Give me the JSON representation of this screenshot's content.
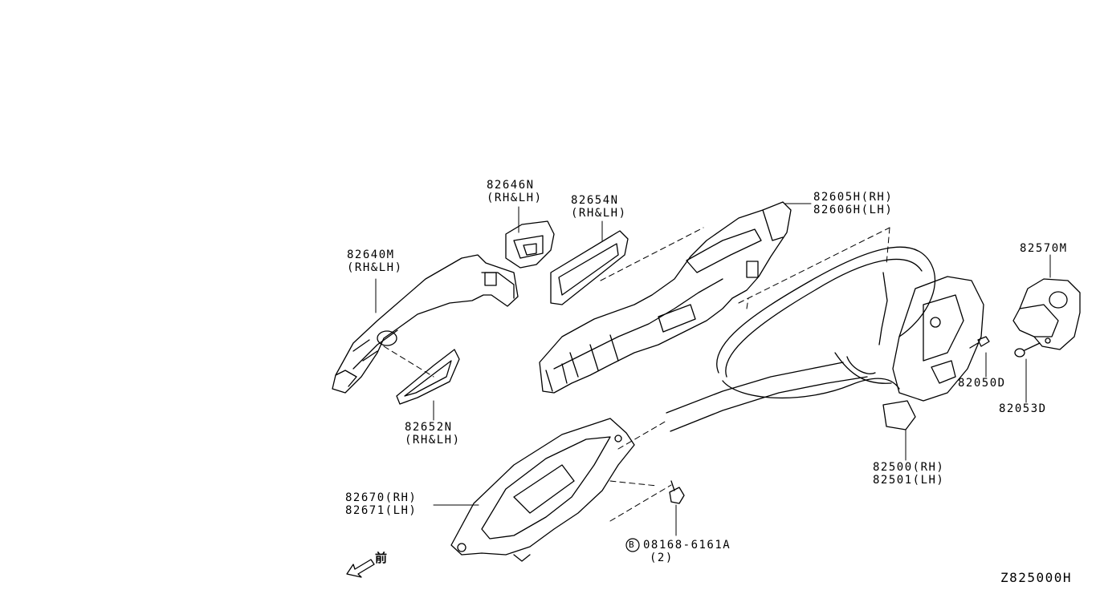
{
  "labels": {
    "p82646n": [
      "82646N",
      "(RH&LH)"
    ],
    "p82654n": [
      "82654N",
      "(RH&LH)"
    ],
    "p82640m": [
      "82640M",
      "(RH&LH)"
    ],
    "p82652n": [
      "82652N",
      "(RH&LH)"
    ],
    "p82605h": [
      "82605H(RH)",
      "82606H(LH)"
    ],
    "p82570m": [
      "82570M"
    ],
    "p82050d": [
      "82050D"
    ],
    "p82053d": [
      "82053D"
    ],
    "p82500": [
      "82500(RH)",
      "82501(LH)"
    ],
    "p82670": [
      "82670(RH)",
      "82671(LH)"
    ],
    "pbolt": [
      "08168-6161A",
      "(2)"
    ],
    "bolt_symbol": "B",
    "front": "前"
  },
  "diagram_code": "Z825000H"
}
